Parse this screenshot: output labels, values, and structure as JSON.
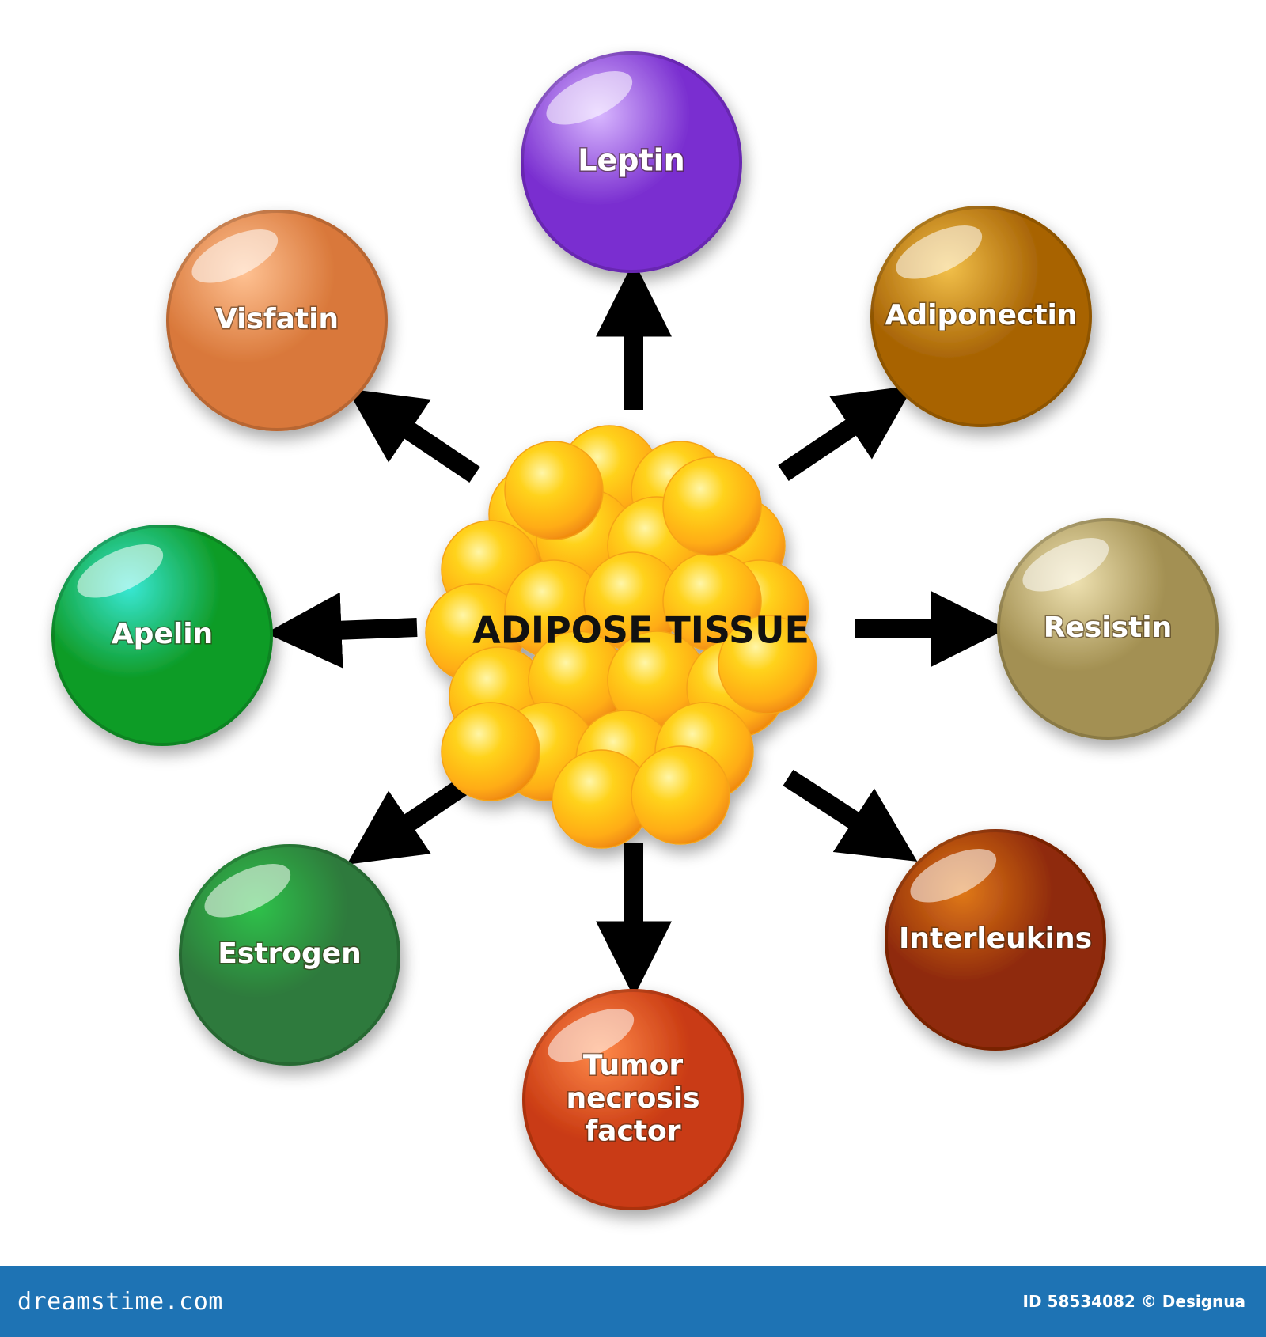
{
  "center": {
    "label": "ADIPOSE TISSUE"
  },
  "nodes": [
    {
      "id": "leptin",
      "label": [
        "Leptin"
      ],
      "color": "#7a2fd0",
      "highlight": "#d9b8ff"
    },
    {
      "id": "adiponectin",
      "label": [
        "Adiponectin"
      ],
      "color": "#a86405",
      "highlight": "#f2c04a"
    },
    {
      "id": "resistin",
      "label": [
        "Resistin"
      ],
      "color": "#a39052",
      "highlight": "#efe2b2"
    },
    {
      "id": "interleukins",
      "label": [
        "Interleukins"
      ],
      "color": "#8f2a07",
      "highlight": "#e0791a"
    },
    {
      "id": "tumor-necrosis-factor",
      "label": [
        "Tumor",
        "necrosis",
        "factor"
      ],
      "color": "#c93a12",
      "highlight": "#ff8a4a"
    },
    {
      "id": "estrogen",
      "label": [
        "Estrogen"
      ],
      "color": "#2f7a3c",
      "highlight": "#2fc24a"
    },
    {
      "id": "apelin",
      "label": [
        "Apelin"
      ],
      "color": "#0f9c28",
      "highlight": "#38e8d6"
    },
    {
      "id": "visfatin",
      "label": [
        "Visfatin"
      ],
      "color": "#d9783a",
      "highlight": "#ffc293"
    }
  ],
  "footer": {
    "site": "dreamstime.com",
    "credit": "ID 58534082 © Designua"
  }
}
